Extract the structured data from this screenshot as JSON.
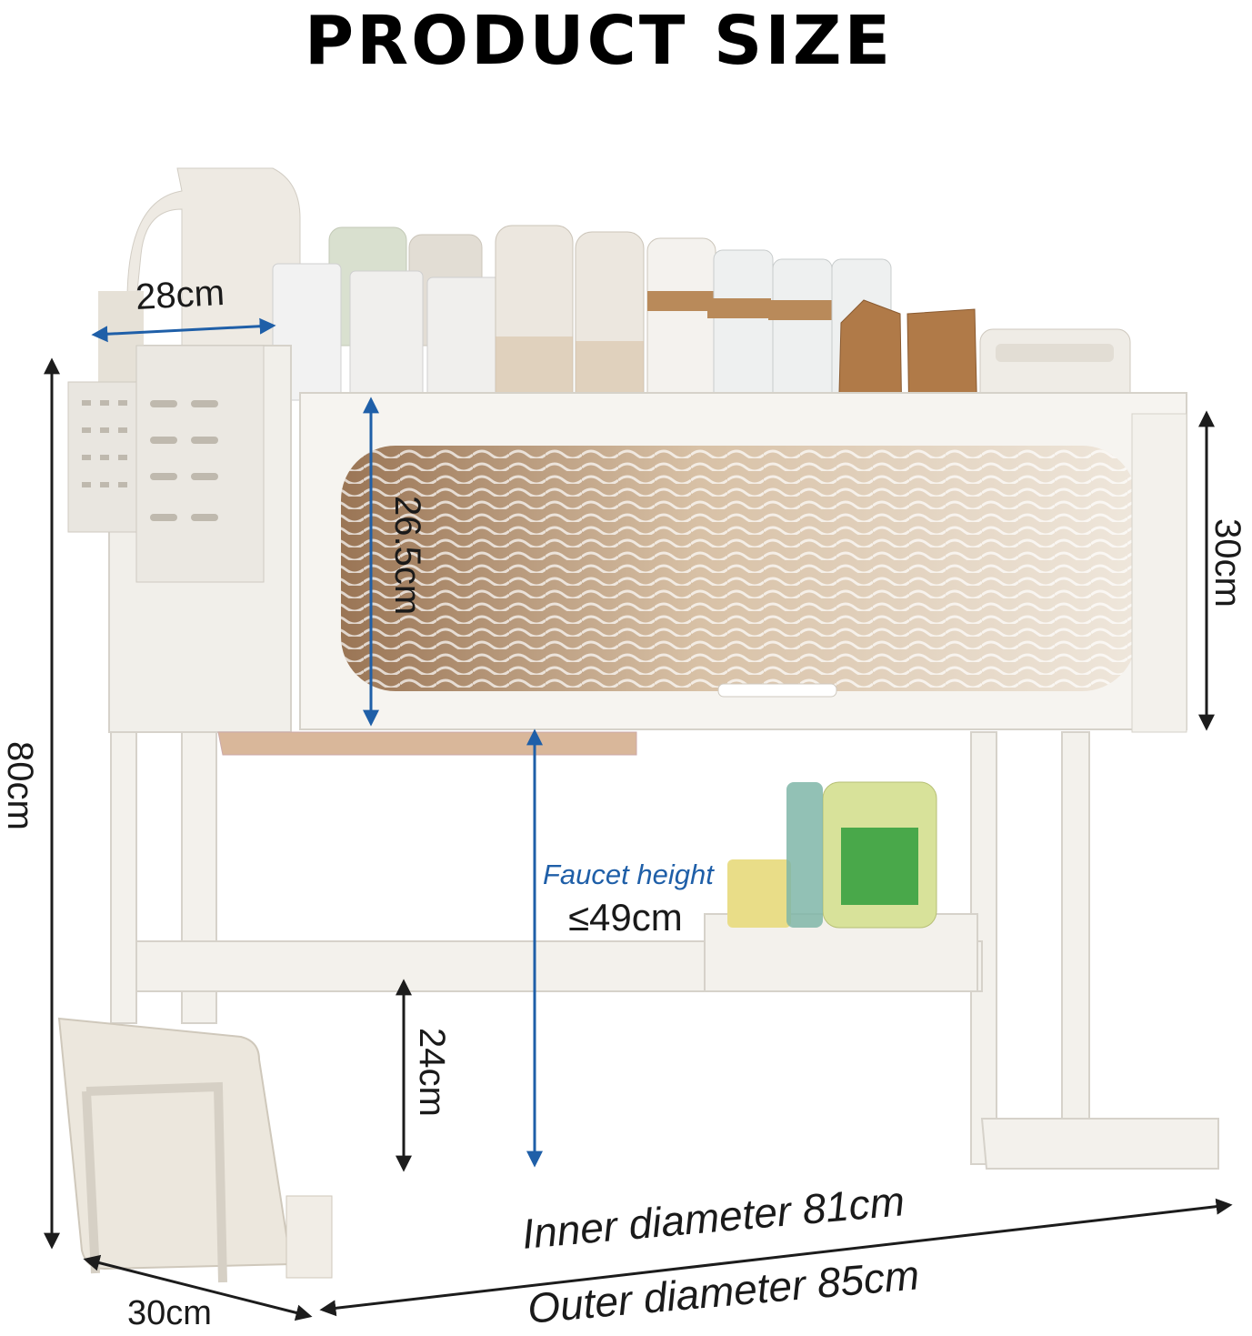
{
  "title": "PRODUCT SIZE",
  "dimensions": {
    "top_width": "28cm",
    "door_height": "26.5cm",
    "cabinet_height": "30cm",
    "total_height": "80cm",
    "faucet_label": "Faucet height",
    "faucet_value": "≤49cm",
    "lower_height": "24cm",
    "depth": "30cm",
    "inner_diameter": "Inner diameter 81cm",
    "outer_diameter": "Outer diameter 85cm"
  },
  "colors": {
    "arrow_dark": "#1c1c1c",
    "arrow_blue": "#1f5fa8",
    "frame": "#f3f1ec",
    "frame_edge": "#d6d2ca",
    "glass": "#c8a98a"
  }
}
